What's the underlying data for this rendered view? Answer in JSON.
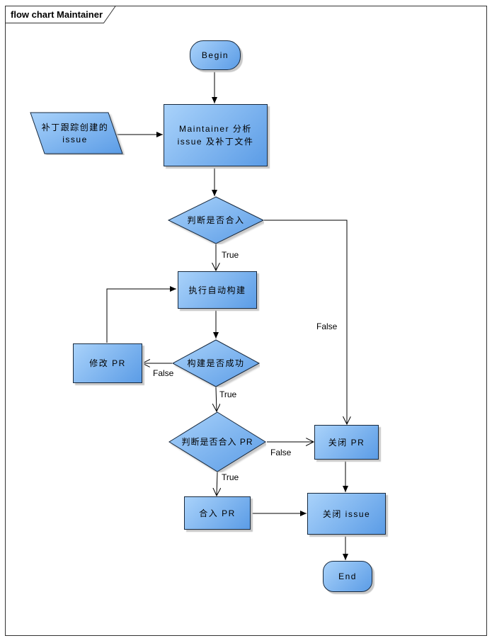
{
  "frame": {
    "title": "flow chart Maintainer"
  },
  "diagram_type": "flowchart",
  "nodes": {
    "begin": {
      "label": "Begin",
      "shape": "terminator"
    },
    "issue_input": {
      "line1": "补丁跟踪创建的",
      "line2": "issue",
      "shape": "parallelogram"
    },
    "analyze": {
      "line1": "Maintainer 分析",
      "line2": "issue 及补丁文件",
      "shape": "process"
    },
    "decide_merge": {
      "label": "判断是否合入",
      "shape": "decision"
    },
    "auto_build": {
      "label": "执行自动构建",
      "shape": "process"
    },
    "build_success": {
      "label": "构建是否成功",
      "shape": "decision"
    },
    "modify_pr": {
      "label": "修改 PR",
      "shape": "process"
    },
    "decide_merge_pr": {
      "label": "判断是否合入 PR",
      "shape": "decision"
    },
    "close_pr": {
      "label": "关闭 PR",
      "shape": "process"
    },
    "merge_pr": {
      "label": "合入 PR",
      "shape": "process"
    },
    "close_issue": {
      "label": "关闭 issue",
      "shape": "process"
    },
    "end": {
      "label": "End",
      "shape": "terminator"
    }
  },
  "edge_labels": {
    "merge_true": "True",
    "merge_false": "False",
    "build_true": "True",
    "build_false": "False",
    "merge_pr_true": "True",
    "merge_pr_false": "False"
  },
  "colors": {
    "node_fill_light": "#a9d2fa",
    "node_fill_dark": "#5b9ce6",
    "node_border": "#17293e",
    "connector": "#000000",
    "shadow": "#c8c8c8",
    "frame_border": "#333333",
    "background": "#ffffff",
    "text": "#000000"
  }
}
